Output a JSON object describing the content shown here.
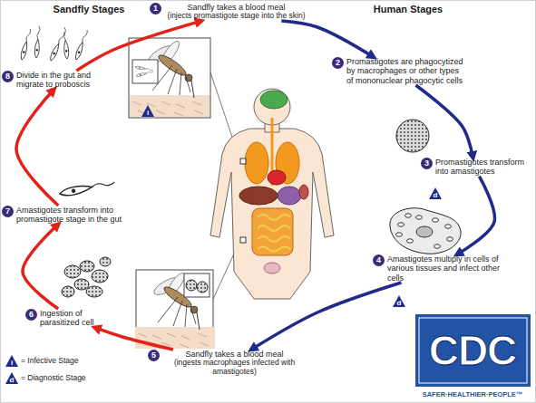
{
  "diagram": {
    "nodes": [
      {
        "text": [
          "1",
          "Sandfly takes a blood meal",
          "(injects promastigote stage into the skin)"
        ]
      },
      {
        "text": [
          "2",
          "Promastigotes are phagocytized by macrophages or other types of mononuclear phagocytic cells"
        ]
      },
      {
        "text": [
          "3",
          "Promastigotes transform into amastigotes"
        ]
      },
      {
        "text": [
          "4",
          "Amastigotes multiply in cells of various tissues and infect other cells"
        ]
      },
      {
        "text": [
          "5",
          "Sandfly takes a blood meal",
          "(ingests macrophages infected with amastigotes)"
        ]
      },
      {
        "text": [
          "6",
          "Ingestion of parasitized cell"
        ]
      },
      {
        "text": [
          "7",
          "Amastigotes transform into promastigote stage in the gut"
        ]
      },
      {
        "text": [
          "8",
          "Divide in the gut and migrate to proboscis"
        ]
      }
    ],
    "edges": [
      {
        "from": 0,
        "to": 1,
        "arrow": "to"
      },
      {
        "from": 1,
        "to": 2,
        "arrow": "to"
      },
      {
        "from": 2,
        "to": 3,
        "arrow": "to"
      },
      {
        "from": 3,
        "to": 4,
        "arrow": "to"
      },
      {
        "from": 4,
        "to": 5,
        "arrow": "to"
      },
      {
        "from": 5,
        "to": 6,
        "arrow": "to"
      },
      {
        "from": 6,
        "to": 7,
        "arrow": "to"
      },
      {
        "from": 7,
        "to": 0,
        "arrow": "to"
      }
    ],
    "labels": [
      "Sandfly Stages",
      "Human Stages",
      "i",
      "d",
      "d",
      "i",
      "d",
      "CDC",
      "SAFER·HEALTHIER·PEOPLE™"
    ],
    "legend": [
      {
        "text": "= Infective Stage"
      },
      {
        "text": "= Diagnostic Stage"
      }
    ]
  }
}
